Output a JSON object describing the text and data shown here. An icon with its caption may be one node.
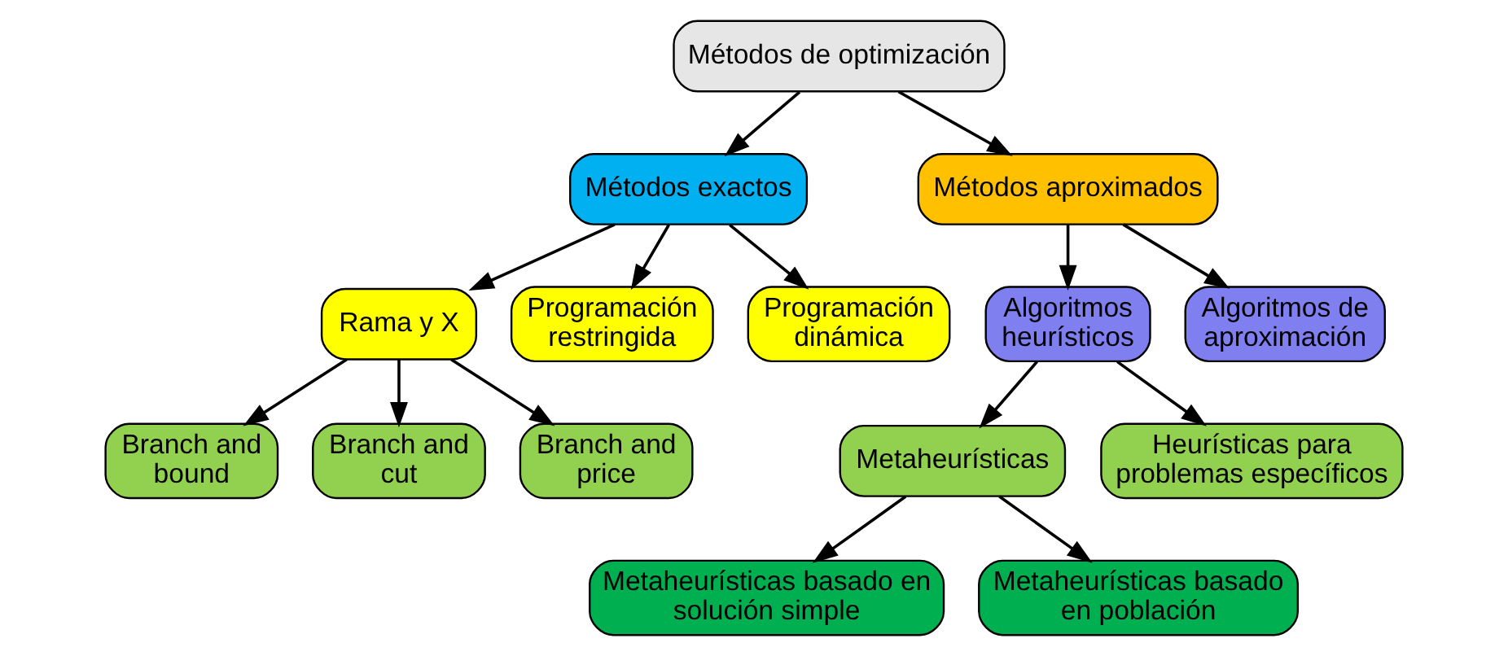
{
  "diagram": {
    "nodes": [
      {
        "text": [
          "Métodos de optimización"
        ]
      },
      {
        "text": [
          "Métodos exactos"
        ]
      },
      {
        "text": [
          "Métodos aproximados"
        ]
      },
      {
        "text": [
          "Rama y X"
        ]
      },
      {
        "text": [
          "Programación restringida"
        ]
      },
      {
        "text": [
          "Programación dinámica"
        ]
      },
      {
        "text": [
          "Algoritmos heurísticos"
        ]
      },
      {
        "text": [
          "Algoritmos de aproximación"
        ]
      },
      {
        "text": [
          "Branch and bound"
        ]
      },
      {
        "text": [
          "Branch and cut"
        ]
      },
      {
        "text": [
          "Branch and price"
        ]
      },
      {
        "text": [
          "Metaheurísticas"
        ]
      },
      {
        "text": [
          "Heurísticas para problemas específicos"
        ]
      },
      {
        "text": [
          "Metaheurísticas basado en solución simple"
        ]
      },
      {
        "text": [
          "Metaheurísticas basado en población"
        ]
      }
    ],
    "edges": [
      {
        "from": 0,
        "to": 1,
        "arrow": "to"
      },
      {
        "from": 0,
        "to": 2,
        "arrow": "to"
      },
      {
        "from": 1,
        "to": 3,
        "arrow": "to"
      },
      {
        "from": 1,
        "to": 4,
        "arrow": "to"
      },
      {
        "from": 1,
        "to": 5,
        "arrow": "to"
      },
      {
        "from": 2,
        "to": 6,
        "arrow": "to"
      },
      {
        "from": 2,
        "to": 7,
        "arrow": "to"
      },
      {
        "from": 3,
        "to": 8,
        "arrow": "to"
      },
      {
        "from": 3,
        "to": 9,
        "arrow": "to"
      },
      {
        "from": 3,
        "to": 10,
        "arrow": "to"
      },
      {
        "from": 6,
        "to": 11,
        "arrow": "to"
      },
      {
        "from": 6,
        "to": 12,
        "arrow": "to"
      },
      {
        "from": 11,
        "to": 13,
        "arrow": "to"
      },
      {
        "from": 11,
        "to": 14,
        "arrow": "to"
      }
    ]
  }
}
